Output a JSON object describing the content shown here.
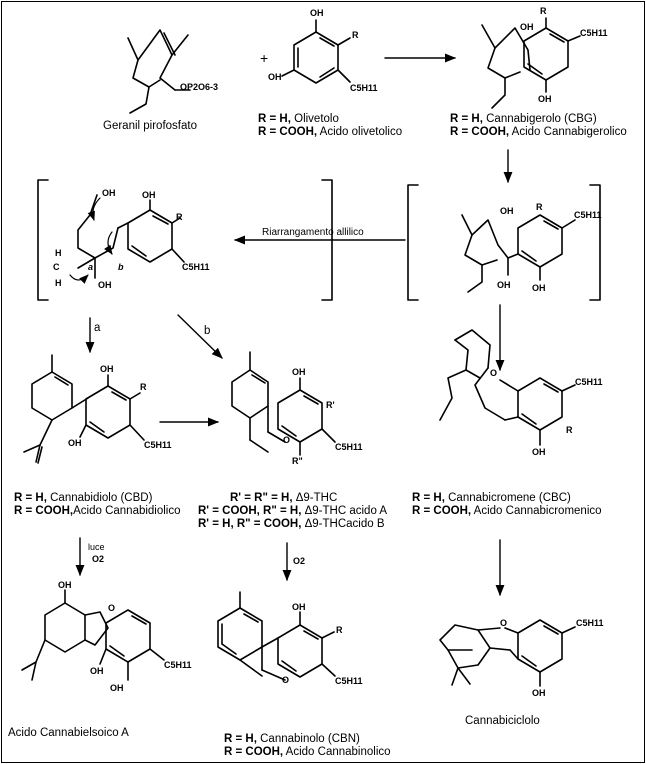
{
  "top": {
    "geranyl_name": "Geranil pirofosfato",
    "geranyl_group": "OP2O6-3",
    "plus": "+",
    "olivetol_line1_r": "R = H,",
    "olivetol_line1_name": "Olivetolo",
    "olivetol_line2_r": "R = COOH,",
    "olivetol_line2_name": "Acido olivetolico",
    "cbg_line1_r": "R = H,",
    "cbg_line1_name": "Cannabigerolo (CBG)",
    "cbg_line2_r": "R = COOH,",
    "cbg_line2_name": "Acido Cannabigerolico"
  },
  "middle": {
    "rearrangement": "Riarrangamento allilico",
    "path_a": "a",
    "path_b": "b"
  },
  "cbd": {
    "line1_r": "R = H,",
    "line1_name": "Cannabidiolo (CBD)",
    "line2_r": "R = COOH,",
    "line2_name": "Acido Cannabidiolico",
    "arrow_label_1": "luce",
    "arrow_label_2": "O2"
  },
  "thc": {
    "line1_r": "R' = R\" = H,",
    "line1_name": "Δ9-THC",
    "line2_r": "R' = COOH, R\" = H,",
    "line2_name": "Δ9-THC acido A",
    "line3_r": "R' = H, R\" = COOH,",
    "line3_name": "Δ9-THCacido B",
    "arrow_label": "O2"
  },
  "cbc": {
    "line1_r": "R = H,",
    "line1_name": "Cannabicromene (CBC)",
    "line2_r": "R = COOH,",
    "line2_name": "Acido Cannabicromenico"
  },
  "bottom": {
    "cbe_name": "Acido Cannabielsoico A",
    "cbn_line1_r": "R = H,",
    "cbn_line1_name": "Cannabinolo (CBN)",
    "cbn_line2_r": "R = COOH,",
    "cbn_line2_name": "Acido Cannabinolico",
    "cbl_name": "Cannabiciclolo"
  },
  "atoms": {
    "oh": "OH",
    "r": "R",
    "c5h11": "C5H11",
    "o": "O",
    "r_prime": "R'",
    "r_dprime": "R\"",
    "h": "H",
    "c": "C"
  }
}
